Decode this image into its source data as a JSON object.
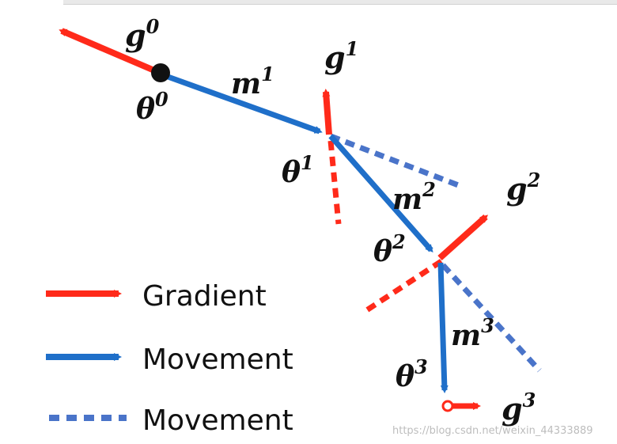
{
  "diagram": {
    "colors": {
      "gradient": "#ff2a1a",
      "movement": "#1f6fc9",
      "dotted": "#4a74c9",
      "point": "#111111"
    },
    "labels": {
      "g0": {
        "base": "g",
        "sup": "0"
      },
      "g1": {
        "base": "g",
        "sup": "1"
      },
      "g2": {
        "base": "g",
        "sup": "2"
      },
      "g3": {
        "base": "g",
        "sup": "3"
      },
      "m1": {
        "base": "m",
        "sup": "1"
      },
      "m2": {
        "base": "m",
        "sup": "2"
      },
      "m3": {
        "base": "m",
        "sup": "3"
      },
      "theta0": {
        "base": "θ",
        "sup": "0"
      },
      "theta1": {
        "base": "θ",
        "sup": "1"
      },
      "theta2": {
        "base": "θ",
        "sup": "2"
      },
      "theta3": {
        "base": "θ",
        "sup": "3"
      }
    }
  },
  "legend": {
    "gradient_label": "Gradient",
    "movement_label": "Movement",
    "dotted_label": "Movement"
  },
  "watermark": "https://blog.csdn.net/weixin_44333889"
}
